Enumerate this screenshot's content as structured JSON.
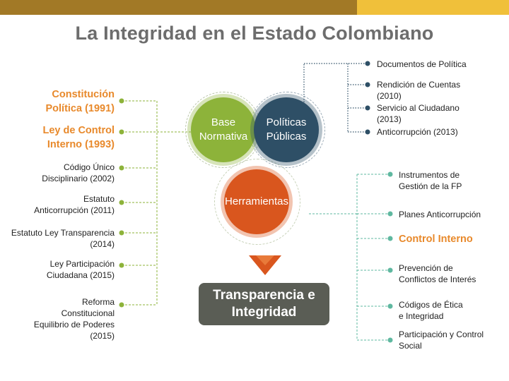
{
  "title": "La Integridad en el Estado Colombiano",
  "circles": {
    "base": "Base\nNormativa",
    "politicas": "Políticas\nPúblicas",
    "herramientas": "Herramientas"
  },
  "result": "Transparencia e\nIntegridad",
  "left_items": [
    "Constitución\nPolítica (1991)",
    "Ley de Control\nInterno (1993)",
    "Código Único\nDisciplinario (2002)",
    "Estatuto\nAnticorrupción (2011)",
    "Estatuto Ley Transparencia\n(2014)",
    "Ley Participación\nCiudadana (2015)",
    "Reforma\nConstitucional\nEquilibrio de Poderes\n(2015)"
  ],
  "top_right_items": [
    "Documentos de Política",
    "Rendición de Cuentas\n(2010)",
    "Servicio al Ciudadano\n(2013)",
    "Anticorrupción (2013)"
  ],
  "right_items": [
    "Instrumentos de\nGestión de la FP",
    "Planes Anticorrupción",
    "Control Interno",
    "Prevención de\nConflictos de Interés",
    "Códigos de Ética\ne Integridad",
    "Participación y Control\nSocial"
  ],
  "colors": {
    "green": "#8db33a",
    "navy": "#2e4f66",
    "orange": "#d9561e",
    "highlight": "#e8892b",
    "teal": "#5fb8a0",
    "dark": "#5a5d55"
  }
}
